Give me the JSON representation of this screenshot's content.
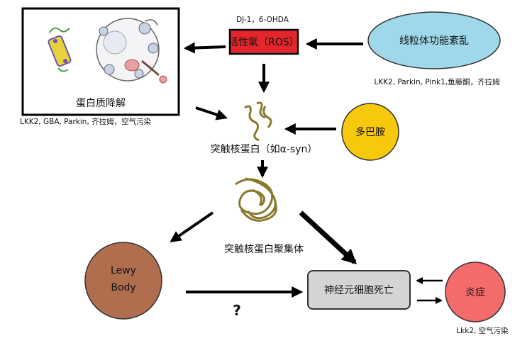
{
  "nodes": {
    "protein_degradation": {
      "label": "蛋白质降解",
      "factors": "LKK2, GBA, Parkin, 齐拉姆，空气污染"
    },
    "ros": {
      "label": "活性氧（ROS）",
      "factors": "DJ-1，6-OHDA"
    },
    "mito_dysfunction": {
      "label": "线粒体功能紊乱",
      "factors": "LKK2, Parkin, Pink1,鱼藤酮，齐拉姆"
    },
    "synuclein": {
      "label": "突触核蛋白（如α-syn）"
    },
    "dopamine": {
      "label": "多巴胺"
    },
    "synuclein_aggregate": {
      "label": "突触核蛋白聚集体"
    },
    "lewy_body": {
      "label_line1": "Lewy",
      "label_line2": "Body"
    },
    "neuron_death": {
      "label": "神经元细胞死亡"
    },
    "inflammation": {
      "label": "炎症",
      "factors": "Lkk2, 空气污染"
    }
  },
  "unknown_link": {
    "label": "?"
  },
  "colors": {
    "ros_fill": "#e3262b",
    "mito_fill": "#9fd8ea",
    "dopamine_fill": "#f8c80c",
    "lewy_fill": "#b06e4f",
    "inflammation_fill": "#f46b6b",
    "neuron_fill": "#d4d4d4",
    "fiber": "#8a7a2c"
  }
}
